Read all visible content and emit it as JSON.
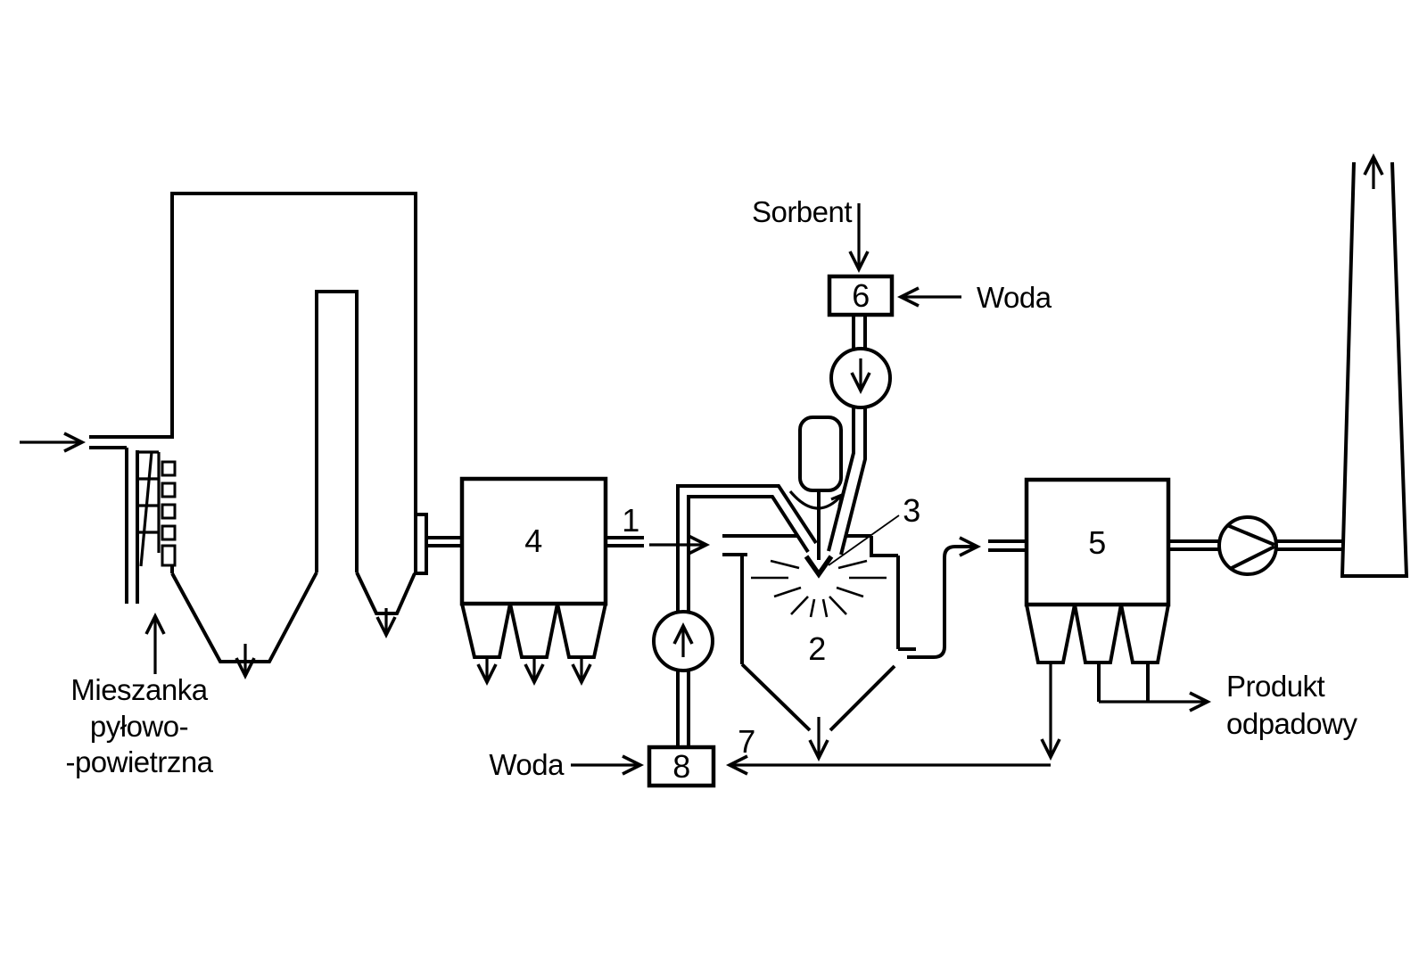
{
  "colors": {
    "ink": "#000000",
    "paper": "#ffffff"
  },
  "labels": {
    "mixture": {
      "line1": "Mieszanka",
      "line2": "pyłowo-",
      "line3": "-powietrzna"
    },
    "sorbent": "Sorbent",
    "water_top": "Woda",
    "water_bottom": "Woda",
    "waste": {
      "line1": "Produkt",
      "line2": "odpadowy"
    }
  },
  "tags": {
    "n1": "1",
    "n2": "2",
    "n3": "3",
    "n4": "4",
    "n5": "5",
    "n6": "6",
    "n7": "7",
    "n8": "8"
  }
}
